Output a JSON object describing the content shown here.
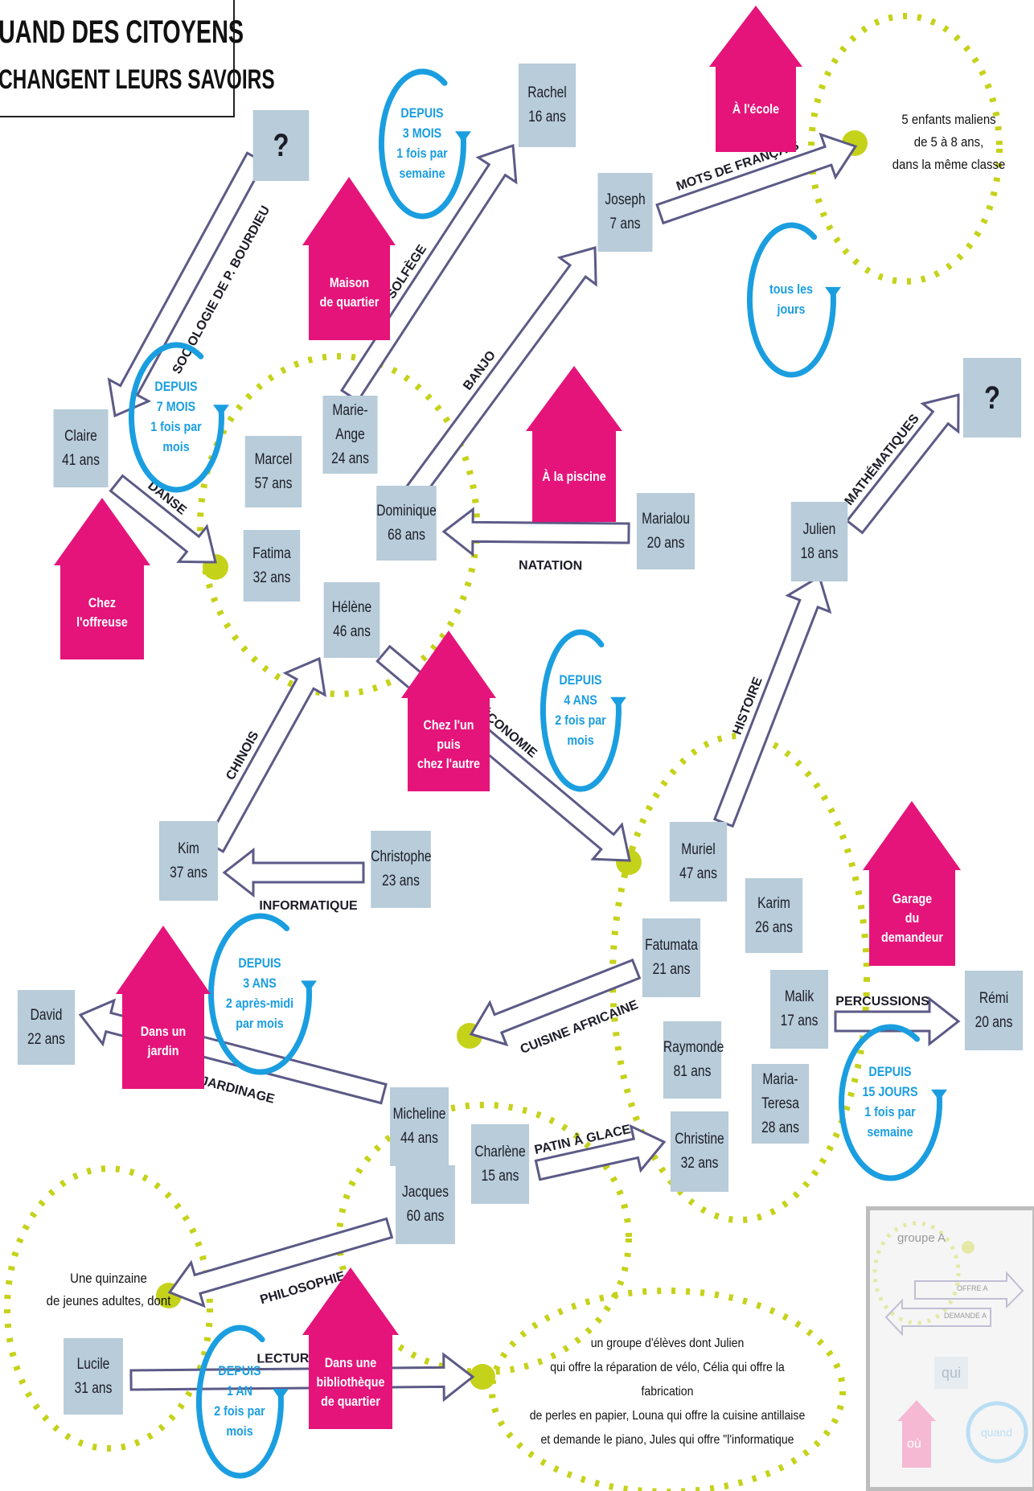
{
  "title": {
    "line1": "UAND DES CITOYENS",
    "line2": "CHANGENT LEURS SAVOIRS"
  },
  "people": [
    {
      "key": "unknown1",
      "lines": [
        "?"
      ]
    },
    {
      "key": "rachel",
      "lines": [
        "Rachel",
        "16 ans"
      ]
    },
    {
      "key": "joseph",
      "lines": [
        "Joseph",
        "7 ans"
      ]
    },
    {
      "key": "claire",
      "lines": [
        "Claire",
        "41 ans"
      ]
    },
    {
      "key": "marcel",
      "lines": [
        "Marcel",
        "57 ans"
      ]
    },
    {
      "key": "marie-ange",
      "lines": [
        "Marie-Ange",
        "24 ans"
      ]
    },
    {
      "key": "dominique",
      "lines": [
        "Dominique",
        "68 ans"
      ]
    },
    {
      "key": "fatima",
      "lines": [
        "Fatima",
        "32 ans"
      ]
    },
    {
      "key": "helene",
      "lines": [
        "Hélène",
        "46 ans"
      ]
    },
    {
      "key": "marialou",
      "lines": [
        "Marialou",
        "20 ans"
      ]
    },
    {
      "key": "julien",
      "lines": [
        "Julien",
        "18 ans"
      ]
    },
    {
      "key": "unknown2",
      "lines": [
        "?"
      ]
    },
    {
      "key": "kim",
      "lines": [
        "Kim",
        "37 ans"
      ]
    },
    {
      "key": "christophe",
      "lines": [
        "Christophe",
        "23 ans"
      ]
    },
    {
      "key": "muriel",
      "lines": [
        "Muriel",
        "47 ans"
      ]
    },
    {
      "key": "karim",
      "lines": [
        "Karim",
        "26 ans"
      ]
    },
    {
      "key": "fatumata",
      "lines": [
        "Fatumata",
        "21 ans"
      ]
    },
    {
      "key": "david",
      "lines": [
        "David",
        "22 ans"
      ]
    },
    {
      "key": "malik",
      "lines": [
        "Malik",
        "17 ans"
      ]
    },
    {
      "key": "remi",
      "lines": [
        "Rémi",
        "20 ans"
      ]
    },
    {
      "key": "raymonde",
      "lines": [
        "Raymonde",
        "81 ans"
      ]
    },
    {
      "key": "micheline",
      "lines": [
        "Micheline",
        "44 ans"
      ]
    },
    {
      "key": "maria-teresa",
      "lines": [
        "Maria-Teresa",
        "28 ans"
      ]
    },
    {
      "key": "charlene",
      "lines": [
        "Charlène",
        "15 ans"
      ]
    },
    {
      "key": "christine",
      "lines": [
        "Christine",
        "32 ans"
      ]
    },
    {
      "key": "jacques",
      "lines": [
        "Jacques",
        "60 ans"
      ]
    },
    {
      "key": "lucile",
      "lines": [
        "Lucile",
        "31 ans"
      ]
    }
  ],
  "places": [
    {
      "key": "ecole",
      "lines": [
        "À l'école"
      ]
    },
    {
      "key": "maison-quartier",
      "lines": [
        "Maison",
        "de quartier"
      ]
    },
    {
      "key": "offreuse",
      "lines": [
        "Chez",
        "l'offreuse"
      ]
    },
    {
      "key": "piscine",
      "lines": [
        "À la piscine"
      ]
    },
    {
      "key": "chez-lun",
      "lines": [
        "Chez l'un puis",
        "chez l'autre"
      ]
    },
    {
      "key": "garage",
      "lines": [
        "Garage",
        "du",
        "demandeur"
      ]
    },
    {
      "key": "jardin",
      "lines": [
        "Dans un jardin"
      ]
    },
    {
      "key": "bibliotheque",
      "lines": [
        "Dans une",
        "bibliothèque",
        "de quartier"
      ]
    }
  ],
  "frequencies": [
    {
      "key": "3mois",
      "lines": [
        "DEPUIS",
        "3 MOIS",
        "1 fois par",
        "semaine"
      ]
    },
    {
      "key": "tous-jours",
      "lines": [
        "tous les jours"
      ]
    },
    {
      "key": "7mois",
      "lines": [
        "DEPUIS",
        "7 MOIS",
        "1 fois par",
        "mois"
      ]
    },
    {
      "key": "4ans",
      "lines": [
        "DEPUIS",
        "4 ANS",
        "2 fois par",
        "mois"
      ]
    },
    {
      "key": "3ans",
      "lines": [
        "DEPUIS",
        "3 ANS",
        "2 après-midi",
        "par mois"
      ]
    },
    {
      "key": "15jours",
      "lines": [
        "DEPUIS",
        "15 JOURS",
        "1 fois par",
        "semaine"
      ]
    },
    {
      "key": "1an",
      "lines": [
        "DEPUIS",
        "1 AN",
        "2 fois par",
        "mois"
      ]
    }
  ],
  "subjects": [
    "SOCIOLOGIE DE P. BOURDIEU",
    "SOLFÈGE",
    "MOTS DE FRANÇAIS",
    "BANJO",
    "DANSE",
    "NATATION",
    "MATHÉMATIQUES",
    "HISTOIRE",
    "ÉCONOMIE",
    "CHINOIS",
    "INFORMATIQUE",
    "CUISINE AFRICAINE",
    "PERCUSSIONS",
    "JARDINAGE",
    "PATIN À GLACE",
    "PHILOSOPHIE",
    "LECTURE"
  ],
  "notes": {
    "enfants": [
      "5 enfants maliens",
      "de 5 à 8 ans,",
      "dans la même classe"
    ],
    "jeunes": [
      "Une quinzaine",
      "de jeunes adultes, dont"
    ],
    "eleves": [
      "un groupe d'élèves dont Julien",
      "qui offre la réparation de vélo, Célia qui offre la fabrication",
      "de perles en papier, Louna qui offre la cuisine antillaise",
      "et demande le piano, Jules qui offre \"l'informatique"
    ]
  },
  "legend": {
    "group": "groupe A",
    "offre": "OFFRE A",
    "demande": "DEMANDE A",
    "qui": "qui",
    "ou": "où",
    "quand": "quand"
  },
  "colors": {
    "person": "#b8ccd9",
    "place": "#e4147a",
    "frequency": "#1a9ee0",
    "group": "#c5d21a",
    "arrow": "#5c5a86"
  }
}
